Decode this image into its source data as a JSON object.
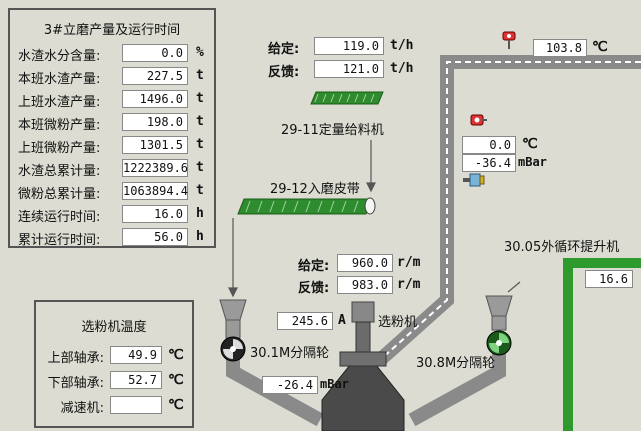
{
  "mill_panel": {
    "title": "3#立磨产量及运行时间",
    "rows": [
      {
        "label": "水渣水分含量:",
        "value": "0.0",
        "unit": "%"
      },
      {
        "label": "本班水渣产量:",
        "value": "227.5",
        "unit": "t"
      },
      {
        "label": "上班水渣产量:",
        "value": "1496.0",
        "unit": "t"
      },
      {
        "label": "本班微粉产量:",
        "value": "198.0",
        "unit": "t"
      },
      {
        "label": "上班微粉产量:",
        "value": "1301.5",
        "unit": "t"
      },
      {
        "label": "水渣总累计量:",
        "value": "1222389.6",
        "unit": "t"
      },
      {
        "label": "微粉总累计量:",
        "value": "1063894.4",
        "unit": "t"
      },
      {
        "label": "连续运行时间:",
        "value": "16.0",
        "unit": "h"
      },
      {
        "label": "累计运行时间:",
        "value": "56.0",
        "unit": "h"
      }
    ]
  },
  "separator_panel": {
    "title": "选粉机温度",
    "rows": [
      {
        "label": "上部轴承:",
        "value": "49.9",
        "unit": "℃"
      },
      {
        "label": "下部轴承:",
        "value": "52.7",
        "unit": "℃"
      },
      {
        "label": "减速机:",
        "value": "",
        "unit": "℃"
      }
    ]
  },
  "feeder": {
    "set_label": "给定:",
    "set_value": "119.0",
    "set_unit": "t/h",
    "fb_label": "反馈:",
    "fb_value": "121.0",
    "fb_unit": "t/h",
    "name": "29-11定量给料机"
  },
  "belt": {
    "name": "29-12入磨皮带"
  },
  "separator": {
    "set_label": "给定:",
    "set_value": "960.0",
    "set_unit": "r/m",
    "fb_label": "反馈:",
    "fb_value": "983.0",
    "fb_unit": "r/m",
    "current_value": "245.6",
    "current_unit": "A",
    "name": "选粉机"
  },
  "valves": {
    "left_label": "30.1M分隔轮",
    "right_label": "30.8M分隔轮",
    "pressure_value": "-26.4",
    "pressure_unit": "mBar"
  },
  "duct": {
    "top_temp_value": "103.8",
    "top_temp_unit": "℃",
    "mid_temp_value": "0.0",
    "mid_temp_unit": "℃",
    "mid_press_value": "-36.4",
    "mid_press_unit": "mBar"
  },
  "elevator": {
    "name": "30.05外循环提升机",
    "value": "16.6"
  }
}
